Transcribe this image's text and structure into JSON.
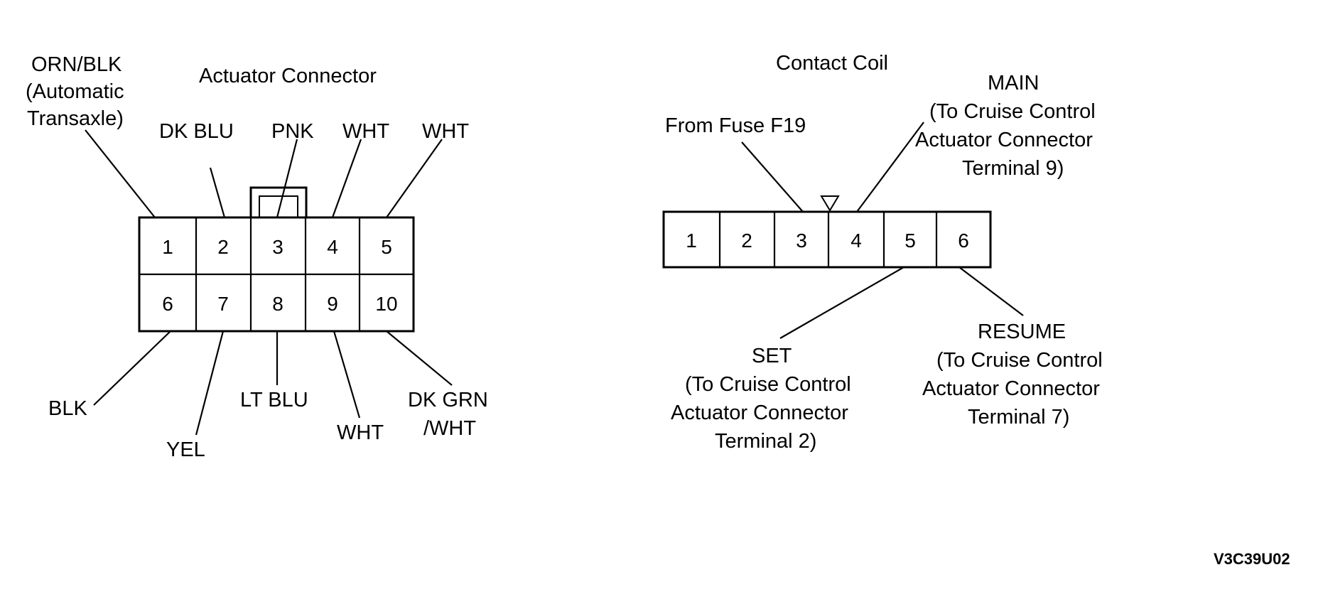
{
  "actuator": {
    "title": "Actuator Connector",
    "terminals_top": [
      "1",
      "2",
      "3",
      "4",
      "5"
    ],
    "terminals_bottom": [
      "6",
      "7",
      "8",
      "9",
      "10"
    ],
    "wire_top": {
      "t1": [
        "ORN/BLK",
        "(Automatic",
        "Transaxle)"
      ],
      "t2": "DK BLU",
      "t3": "PNK",
      "t4": "WHT",
      "t5": "WHT"
    },
    "wire_bottom": {
      "t6": "BLK",
      "t7": "YEL",
      "t8": "LT BLU",
      "t9": "WHT",
      "t10": [
        "DK GRN",
        "/WHT"
      ]
    }
  },
  "contact_coil": {
    "title": "Contact Coil",
    "terminals": [
      "1",
      "2",
      "3",
      "4",
      "5",
      "6"
    ],
    "from_fuse": "From Fuse F19",
    "main": [
      "MAIN",
      "(To Cruise Control",
      "Actuator Connector",
      "Terminal 9)"
    ],
    "set": [
      "SET",
      "(To Cruise Control",
      "Actuator Connector",
      "Terminal 2)"
    ],
    "resume": [
      "RESUME",
      "(To Cruise Control",
      "Actuator Connector",
      "Terminal 7)"
    ]
  },
  "figure_code": "V3C39U02"
}
